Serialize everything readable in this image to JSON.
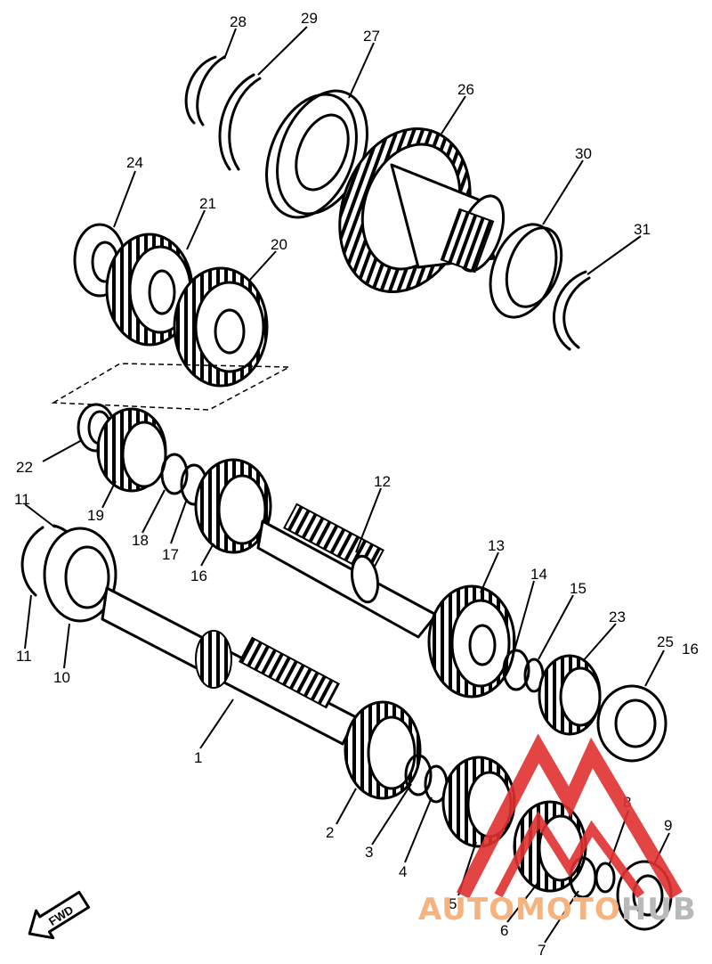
{
  "labels": {
    "l1": "1",
    "l2": "2",
    "l3": "3",
    "l4": "4",
    "l5": "5",
    "l6": "6",
    "l7": "7",
    "l8": "8",
    "l9": "9",
    "l10": "10",
    "l11a": "11",
    "l11b": "11",
    "l12": "12",
    "l13": "13",
    "l14": "14",
    "l15": "15",
    "l16a": "16",
    "l16b": "16",
    "l17": "17",
    "l18": "18",
    "l19": "19",
    "l20": "20",
    "l21": "21",
    "l22": "22",
    "l23": "23",
    "l24": "24",
    "l25": "25",
    "l26": "26",
    "l27": "27",
    "l28": "28",
    "l29": "29",
    "l30": "30",
    "l31": "31"
  },
  "fwd_label": "FWD",
  "watermark": {
    "part1": "AUTO",
    "part2": "MOTO",
    "part3": "HUB"
  },
  "colors": {
    "watermark_orange": "#f5b380",
    "watermark_red": "#e03030",
    "watermark_gray": "#b9b9b9"
  }
}
